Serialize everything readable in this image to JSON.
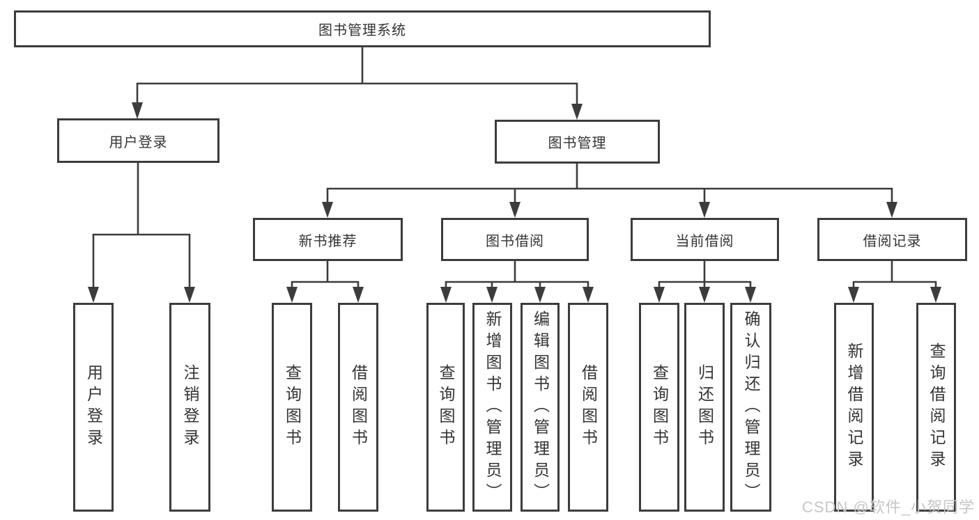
{
  "diagram": {
    "root": {
      "label": "图书管理系统"
    },
    "level2": {
      "user_login": {
        "label": "用户登录"
      },
      "book_mgmt": {
        "label": "图书管理"
      }
    },
    "level3": {
      "new_book": {
        "label": "新书推荐"
      },
      "borrow": {
        "label": "图书借阅"
      },
      "current": {
        "label": "当前借阅"
      },
      "record": {
        "label": "借阅记录"
      }
    },
    "leaves": {
      "ul_login": {
        "label": "用户登录"
      },
      "ul_logout": {
        "label": "注销登录"
      },
      "nb_query": {
        "label": "查询图书"
      },
      "nb_borrow": {
        "label": "借阅图书"
      },
      "bb_query": {
        "label": "查询图书"
      },
      "bb_add": {
        "label": "新增图书（管理员）"
      },
      "bb_edit": {
        "label": "编辑图书（管理员）"
      },
      "bb_borrow": {
        "label": "借阅图书"
      },
      "cb_query": {
        "label": "查询图书"
      },
      "cb_return": {
        "label": "归还图书"
      },
      "cb_confirm": {
        "label": "确认归还（管理员）"
      },
      "br_add": {
        "label": "新增借阅记录"
      },
      "br_query": {
        "label": "查询借阅记录"
      }
    },
    "watermark": "CSDN @软件_小贺同学",
    "colors": {
      "line": "#3c3c3c",
      "text": "#333333",
      "watermark": "#c6c6c6",
      "background": "#ffffff"
    }
  }
}
